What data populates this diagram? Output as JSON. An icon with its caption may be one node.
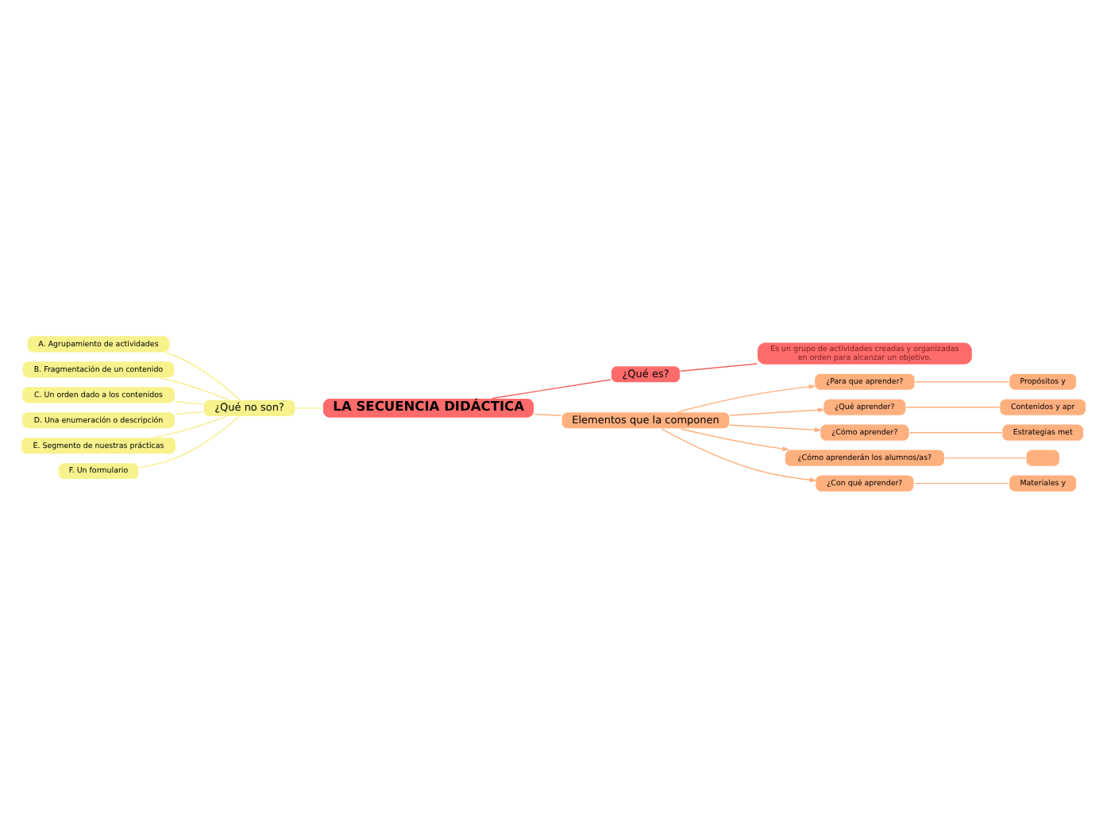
{
  "diagram": {
    "nodes": [
      {
        "text": [
          "LA SECUENCIA DIDÁCTICA"
        ]
      },
      {
        "text": [
          "¿Qué no son?"
        ]
      },
      {
        "text": [
          "A. Agrupamiento de actividades"
        ]
      },
      {
        "text": [
          "B. Fragmentación de un contenido"
        ]
      },
      {
        "text": [
          "C. Un orden dado a los contenidos"
        ]
      },
      {
        "text": [
          "D. Una enumeración o descripción"
        ]
      },
      {
        "text": [
          "E. Segmento de nuestras prácticas"
        ]
      },
      {
        "text": [
          "F. Un formulario"
        ]
      },
      {
        "text": [
          "¿Qué es?"
        ]
      },
      {
        "text": [
          "Es un grupo de actividades creadas y organizadas en orden para alcanzar un objetivo."
        ]
      },
      {
        "text": [
          "Elementos que la componen"
        ]
      },
      {
        "text": [
          "¿Para que aprender?"
        ]
      },
      {
        "text": [
          "Propósitos y"
        ]
      },
      {
        "text": [
          "¿Qué aprender?"
        ]
      },
      {
        "text": [
          "Contenidos y apr"
        ]
      },
      {
        "text": [
          "¿Cómo aprender?"
        ]
      },
      {
        "text": [
          "Estrategias met"
        ]
      },
      {
        "text": [
          "¿Cómo aprenderán los alumnos/as?"
        ]
      },
      {
        "text": [],
        "shape": "box"
      },
      {
        "text": [
          "¿Con qué aprender?"
        ]
      },
      {
        "text": [
          "Materiales y"
        ]
      }
    ],
    "edges": [
      {
        "from": 0,
        "to": 1,
        "arrow": "none",
        "color": "#f5ee8a"
      },
      {
        "from": 1,
        "to": 2,
        "arrow": "none",
        "color": "#f5ee8a"
      },
      {
        "from": 1,
        "to": 3,
        "arrow": "none",
        "color": "#f5ee8a"
      },
      {
        "from": 1,
        "to": 4,
        "arrow": "none",
        "color": "#f5ee8a"
      },
      {
        "from": 1,
        "to": 5,
        "arrow": "none",
        "color": "#f5ee8a"
      },
      {
        "from": 1,
        "to": 6,
        "arrow": "none",
        "color": "#f5ee8a"
      },
      {
        "from": 1,
        "to": 7,
        "arrow": "none",
        "color": "#f5ee8a"
      },
      {
        "from": 0,
        "to": 8,
        "arrow": "none",
        "color": "#f26060"
      },
      {
        "from": 8,
        "to": 9,
        "arrow": "none",
        "color": "#f26060"
      },
      {
        "from": 0,
        "to": 10,
        "arrow": "none"
      },
      {
        "from": 10,
        "to": 11,
        "arrow": "to"
      },
      {
        "from": 11,
        "to": 12,
        "arrow": "none"
      },
      {
        "from": 10,
        "to": 13,
        "arrow": "to"
      },
      {
        "from": 13,
        "to": 14,
        "arrow": "none"
      },
      {
        "from": 10,
        "to": 15,
        "arrow": "to"
      },
      {
        "from": 15,
        "to": 16,
        "arrow": "none"
      },
      {
        "from": 10,
        "to": 17,
        "arrow": "to"
      },
      {
        "from": 17,
        "to": 18,
        "arrow": "none"
      },
      {
        "from": 10,
        "to": 19,
        "arrow": "to"
      },
      {
        "from": 19,
        "to": 20,
        "arrow": "none"
      }
    ]
  }
}
